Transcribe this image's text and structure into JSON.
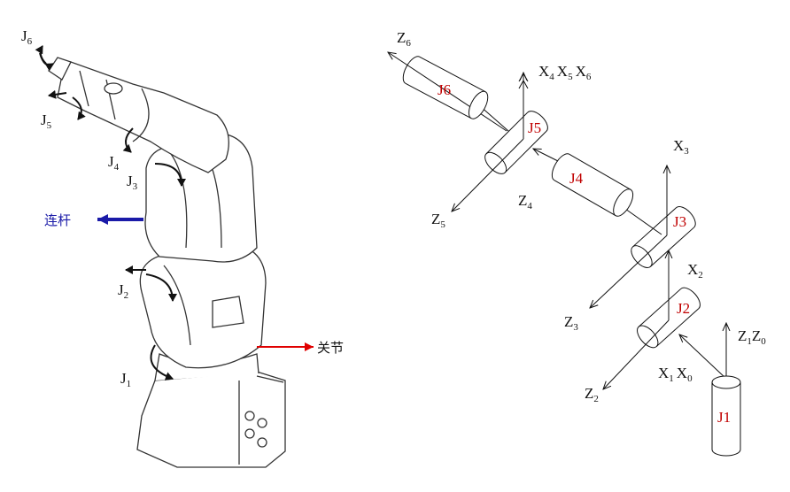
{
  "left_figure": {
    "joint_labels": [
      {
        "base": "J",
        "sub": "6"
      },
      {
        "base": "J",
        "sub": "5"
      },
      {
        "base": "J",
        "sub": "4"
      },
      {
        "base": "J",
        "sub": "3"
      },
      {
        "base": "J",
        "sub": "2"
      },
      {
        "base": "J",
        "sub": "1"
      }
    ],
    "link_label": "连杆",
    "joint_label": "关节",
    "colors": {
      "link": "#1a1aa8",
      "joint": "#e00000"
    }
  },
  "right_figure": {
    "cylinders": [
      "J1",
      "J2",
      "J3",
      "J4",
      "J5",
      "J6"
    ],
    "axes": {
      "z6": {
        "base": "Z",
        "sub": "6"
      },
      "x456": [
        {
          "base": "X",
          "sub": "4"
        },
        {
          "base": "X",
          "sub": "5"
        },
        {
          "base": "X",
          "sub": "6"
        }
      ],
      "z5": {
        "base": "Z",
        "sub": "5"
      },
      "z4": {
        "base": "Z",
        "sub": "4"
      },
      "x3": {
        "base": "X",
        "sub": "3"
      },
      "z3": {
        "base": "Z",
        "sub": "3"
      },
      "x2": {
        "base": "X",
        "sub": "2"
      },
      "z2": {
        "base": "Z",
        "sub": "2"
      },
      "x10": [
        {
          "base": "X",
          "sub": "1"
        },
        {
          "base": "X",
          "sub": "0"
        }
      ],
      "z10": [
        {
          "base": "Z",
          "sub": "1"
        },
        {
          "base": "Z",
          "sub": "0"
        }
      ]
    },
    "colors": {
      "joint_text": "#c00000",
      "line": "#111111"
    }
  }
}
